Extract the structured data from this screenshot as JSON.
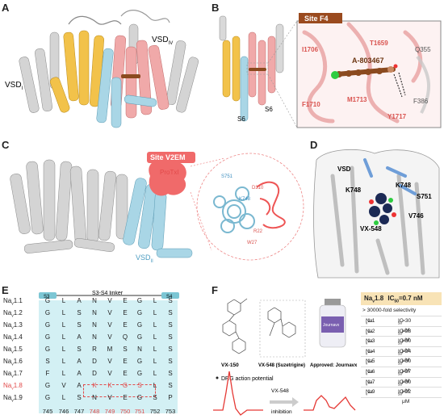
{
  "panels": {
    "A": {
      "letter": "A",
      "labels": {
        "vsd_iv": "VSD",
        "vsd_iv_sub": "IV",
        "vsd_i": "VSD",
        "vsd_i_sub": "I"
      }
    },
    "B": {
      "letter": "B",
      "site_title": "Site F4",
      "compound": "A-803467",
      "residues": [
        "I1706",
        "T1659",
        "Q355",
        "F386",
        "F1710",
        "M1713",
        "Y1717"
      ],
      "helix_labels": [
        "S6",
        "S6"
      ]
    },
    "C": {
      "letter": "C",
      "site_title": "Site V2EM",
      "toxin": "ProTxI",
      "vsd_label": "VSD",
      "vsd_sub": "II",
      "residues": [
        "S751",
        "K748",
        "D310",
        "R22",
        "W27"
      ]
    },
    "D": {
      "letter": "D",
      "vsd_label": "VSD",
      "drug": "VX-548",
      "residues": [
        "K748",
        "K748",
        "S751",
        "V746"
      ]
    },
    "E": {
      "letter": "E",
      "segments": [
        "S3",
        "S3-S4 linker",
        "S4"
      ],
      "rows": [
        {
          "name": "Na",
          "sub": "v",
          "num": "1.1",
          "seq": [
            "G",
            "L",
            "A",
            "N",
            "V",
            "E",
            "G",
            "L",
            "S"
          ],
          "highlight": false
        },
        {
          "name": "Na",
          "sub": "v",
          "num": "1.2",
          "seq": [
            "G",
            "L",
            "S",
            "N",
            "V",
            "E",
            "G",
            "L",
            "S"
          ],
          "highlight": false
        },
        {
          "name": "Na",
          "sub": "v",
          "num": "1.3",
          "seq": [
            "G",
            "L",
            "S",
            "N",
            "V",
            "E",
            "G",
            "L",
            "S"
          ],
          "highlight": false
        },
        {
          "name": "Na",
          "sub": "v",
          "num": "1.4",
          "seq": [
            "G",
            "L",
            "A",
            "N",
            "V",
            "Q",
            "G",
            "L",
            "S"
          ],
          "highlight": false
        },
        {
          "name": "Na",
          "sub": "v",
          "num": "1.5",
          "seq": [
            "G",
            "L",
            "S",
            "R",
            "M",
            "S",
            "N",
            "L",
            "S"
          ],
          "highlight": false
        },
        {
          "name": "Na",
          "sub": "v",
          "num": "1.6",
          "seq": [
            "S",
            "L",
            "A",
            "D",
            "V",
            "E",
            "G",
            "L",
            "S"
          ],
          "highlight": false
        },
        {
          "name": "Na",
          "sub": "v",
          "num": "1.7",
          "seq": [
            "F",
            "L",
            "A",
            "D",
            "V",
            "E",
            "G",
            "L",
            "S"
          ],
          "highlight": false
        },
        {
          "name": "Na",
          "sub": "v",
          "num": "1.8",
          "seq": [
            "G",
            "V",
            "A",
            "K",
            "K",
            "G",
            "S",
            "L",
            "S"
          ],
          "highlight": true
        },
        {
          "name": "Na",
          "sub": "v",
          "num": "1.9",
          "seq": [
            "G",
            "L",
            "S",
            "N",
            "V",
            "E",
            "G",
            "S",
            "P"
          ],
          "highlight": false
        }
      ],
      "positions": [
        "745",
        "746",
        "747",
        "748",
        "749",
        "750",
        "751",
        "752",
        "753"
      ],
      "red_positions": [
        "748",
        "749",
        "750",
        "751"
      ]
    },
    "F": {
      "letter": "F",
      "compounds": [
        {
          "name": "VX-150"
        },
        {
          "name": "VX-548 (Suzetrigine)"
        },
        {
          "name": "Approved: Journavx"
        }
      ],
      "drg_title": "DRG action potential",
      "arrow_label": "VX-548",
      "arrow_label2": "inhibition",
      "bottle_text": "Journavx",
      "header": {
        "na": "Na",
        "sub": "v",
        "num": "1.8",
        "ic": "IC",
        "ic_sub": "50",
        "value": "=0.7 nM"
      },
      "selectivity": "> 30000-fold selectivity",
      "ic_rows": [
        {
          "num": "1.1",
          "value": "=30 μM"
        },
        {
          "num": "1.2",
          "value": "=28 μM"
        },
        {
          "num": "1.3",
          "value": "=30 μM"
        },
        {
          "num": "1.4",
          "value": "=24 μM"
        },
        {
          "num": "1.5",
          "value": "=30 μM"
        },
        {
          "num": "1.6",
          "value": "=27 μM"
        },
        {
          "num": "1.7",
          "value": "=30 μM"
        },
        {
          "num": "1.9",
          "value": "=22 μM"
        }
      ]
    }
  },
  "colors": {
    "yellow": "#f2c24a",
    "pink": "#f0a9a9",
    "blue": "#a9d6e6",
    "red": "#e5484d",
    "gray": "#cfcfcf",
    "brown": "#8b4a1f",
    "highlight_bg": "#f8e3b6",
    "seq_bg": "#c9ecf2"
  }
}
